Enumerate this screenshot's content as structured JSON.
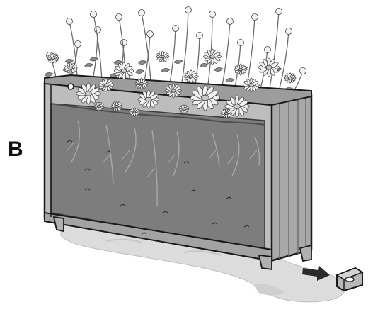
{
  "figure": {
    "step_label": "B"
  },
  "colors": {
    "soil": "#7a7a7a",
    "planter_wood": "#b5b5b5",
    "planter_dark": "#8f8f8f",
    "outline": "#1a1a1a",
    "water": "#d9d9d9",
    "petal": "#f2f2f2",
    "flower_center": "#c9c9c9",
    "stem": "#6b6b6b"
  },
  "icons": [
    "planter-box",
    "flowers",
    "roots",
    "water-puddle",
    "drain-plug",
    "arrow-right"
  ]
}
